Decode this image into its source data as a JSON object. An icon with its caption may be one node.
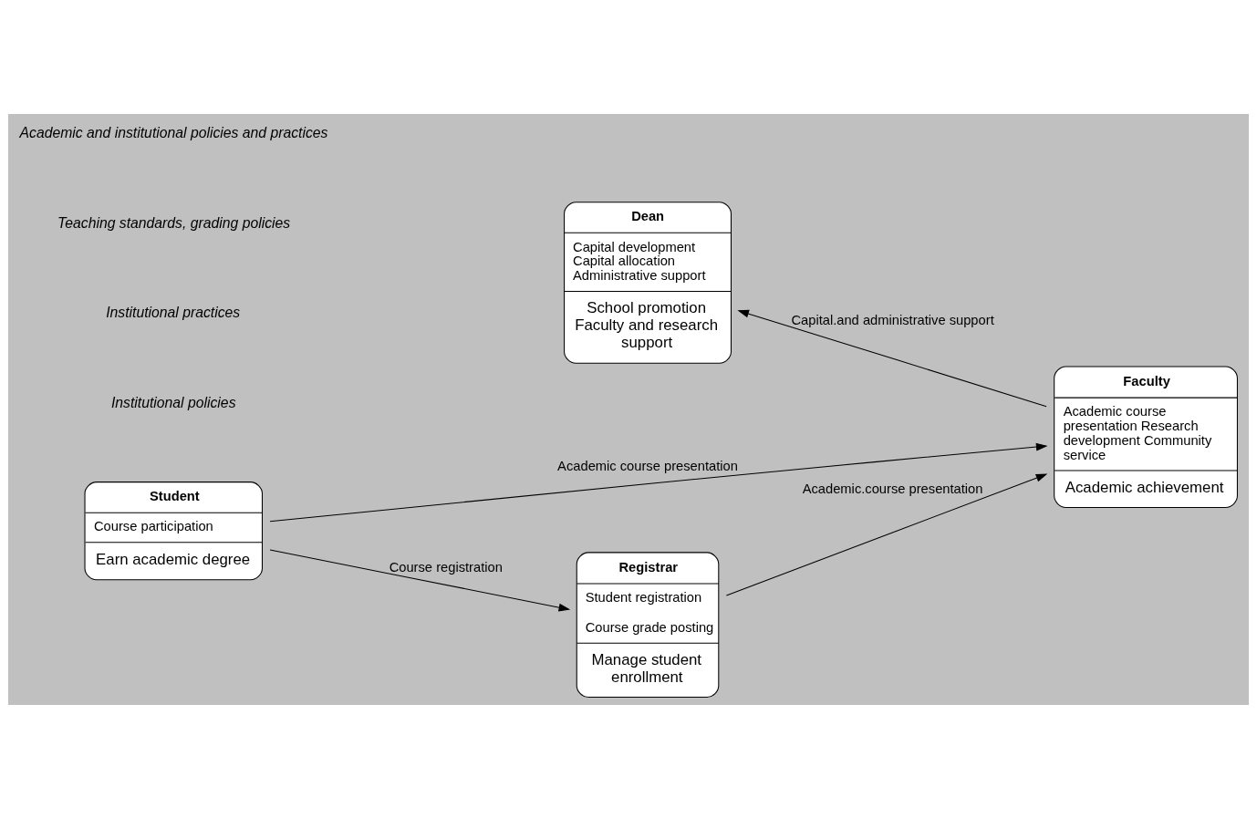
{
  "diagram": {
    "nodes": [
      {
        "text": [
          "Dean",
          "Capital development Capital allocation Administrative support",
          "School promotion Faculty and research support"
        ]
      },
      {
        "text": [
          "Faculty",
          "Academic course presentation Research development Community service",
          "Academic achievement"
        ]
      },
      {
        "text": [
          "Registrar",
          "Student registration",
          "Course grade posting",
          "Manage student enrollment"
        ]
      },
      {
        "text": [
          "Student",
          "Course participation",
          "Earn academic degree"
        ]
      }
    ],
    "edges": [
      {
        "from": 1,
        "to": 0,
        "arrow": "to",
        "label": "Capital.and administrative support"
      },
      {
        "from": 2,
        "to": 1,
        "arrow": "to",
        "label": "Academic.course presentation"
      },
      {
        "from": 3,
        "to": 1,
        "arrow": "to",
        "label": "Academic course presentation"
      },
      {
        "from": 3,
        "to": 2,
        "arrow": "to",
        "label": "Course registration"
      }
    ],
    "labels": [
      "Institutional policies",
      "Institutional practices",
      "Teaching standards, grading policies",
      "Academic and institutional policies and practices"
    ]
  }
}
